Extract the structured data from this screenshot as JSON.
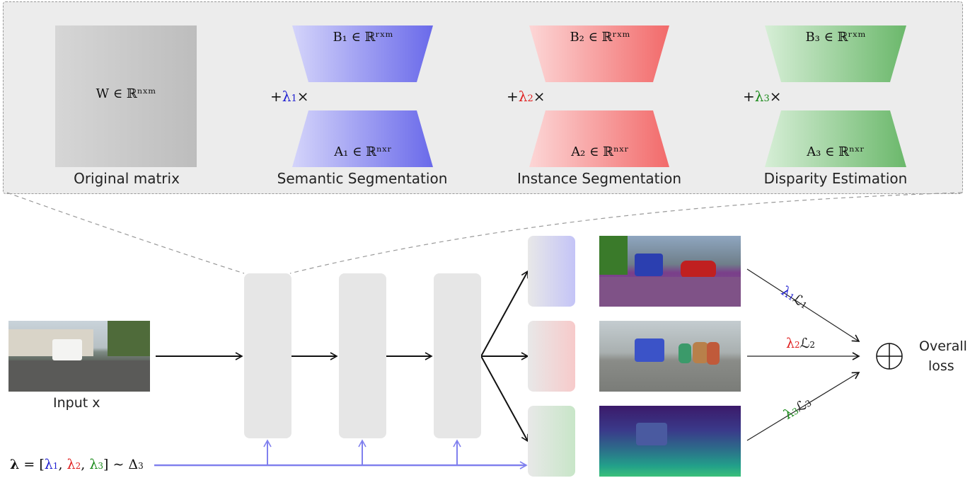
{
  "panel": {
    "original": {
      "formula": "W ∈ ℝⁿˣᵐ",
      "caption": "Original matrix"
    },
    "tasks": [
      {
        "term": "+λ₁×",
        "b_formula": "B₁ ∈ ℝʳˣᵐ",
        "a_formula": "A₁ ∈ ℝⁿˣʳ",
        "caption": "Semantic Segmentation",
        "color": "#5a5ae6"
      },
      {
        "term": "+λ₂×",
        "b_formula": "B₂ ∈ ℝʳˣᵐ",
        "a_formula": "A₂ ∈ ℝⁿˣʳ",
        "caption": "Instance Segmentation",
        "color": "#f07070"
      },
      {
        "term": "+λ₃×",
        "b_formula": "B₃ ∈ ℝʳˣᵐ",
        "a_formula": "A₃ ∈ ℝⁿˣʳ",
        "caption": "Disparity Estimation",
        "color": "#6cb86c"
      }
    ]
  },
  "network": {
    "input_label": "Input x",
    "lambda_label": "λ = [λ₁, λ₂, λ₃] ∼ Δ₃",
    "losses": [
      "λ₁ℒ₁",
      "λ₂ℒ₂",
      "λ₃ℒ₃"
    ],
    "sum_symbol": "⊕",
    "output_label_line1": "Overall",
    "output_label_line2": "loss"
  },
  "colors": {
    "lambda1": "#1f1fd0",
    "lambda2": "#e02020",
    "lambda3": "#1a8a1a",
    "lambda_line": "#8080ee"
  }
}
